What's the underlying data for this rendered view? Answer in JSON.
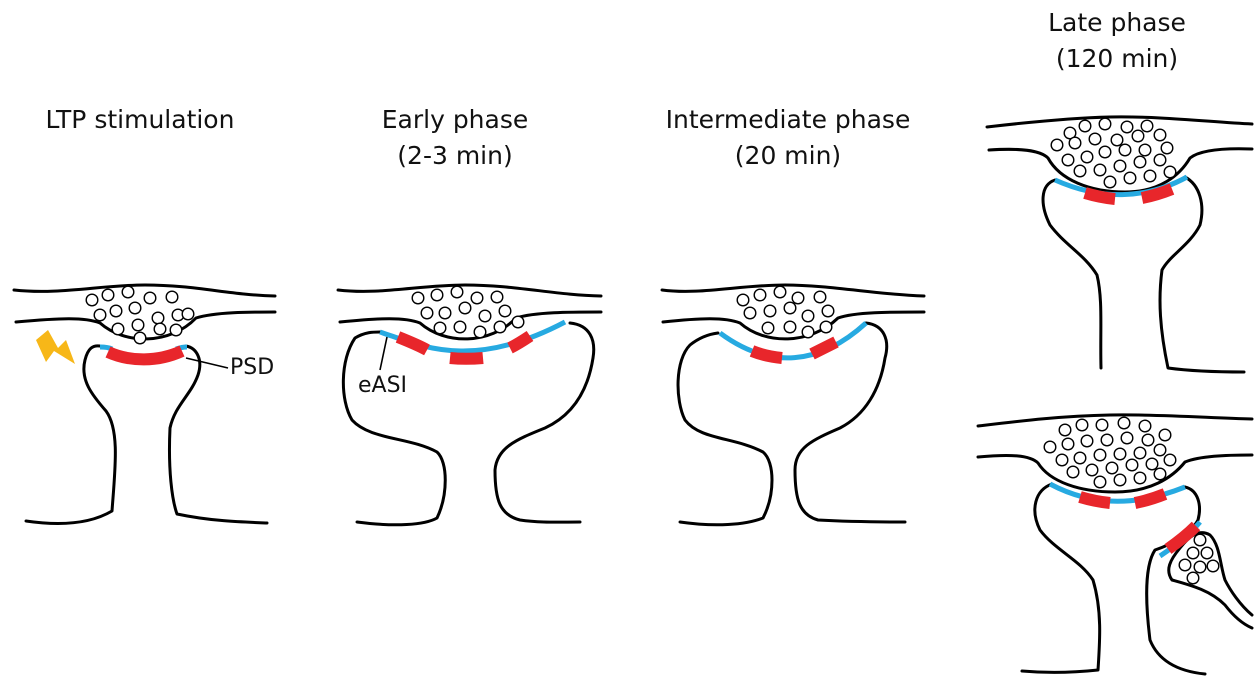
{
  "panels": {
    "stimulation": {
      "title": [
        "LTP stimulation"
      ]
    },
    "early": {
      "title": [
        "Early phase",
        "(2-3 min)"
      ]
    },
    "intermediate": {
      "title": [
        "Intermediate phase",
        "(20 min)"
      ]
    },
    "late": {
      "title": [
        "Late phase",
        "(120 min)"
      ]
    }
  },
  "labels": {
    "psd": "PSD",
    "easi": "eASI"
  },
  "colors": {
    "membrane": "#000000",
    "psd": "#e8262b",
    "easi": "#27aae1",
    "stimulus": "#f7b718"
  },
  "icons": {
    "stimulus": "lightning-bolt-icon"
  }
}
